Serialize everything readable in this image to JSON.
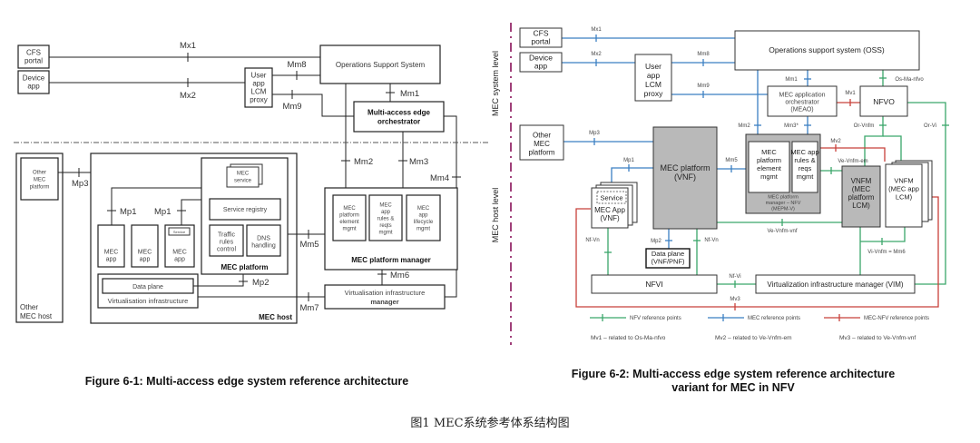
{
  "colors": {
    "nfv": "#3aa66a",
    "mec": "#3b7fc2",
    "mec_nfv": "#c8403a",
    "vnf_box": "#b9b9b9",
    "level_divider": "#a0407a"
  },
  "fig1": {
    "cfs_portal": "CFS\nportal",
    "device_app": "Device\napp",
    "mx1": "Mx1",
    "mx2": "Mx2",
    "user_app_lcm_proxy": "User\napp\nLCM\nproxy",
    "oss": "Operations Support System",
    "mm8": "Mm8",
    "mm9": "Mm9",
    "mm1": "Mm1",
    "meo": "Multi-access edge\norchestrator",
    "mm2": "Mm2",
    "mm3": "Mm3",
    "mm4": "Mm4",
    "other_mec_platform": "Other\nMEC\nplatform",
    "mp3": "Mp3",
    "other_mec_host": "Other\nMEC host",
    "mec_host": "MEC host",
    "mec_platform": "MEC platform",
    "mec_service": "MEC\nservice",
    "service_registry": "Service registry",
    "traffic_rules": "Traffic\nrules\ncontrol",
    "dns_handling": "DNS\nhandling",
    "mp1_left": "Mp1",
    "mp1_right": "Mp1",
    "mec_apps": [
      "MEC\napp",
      "MEC\napp",
      "MEC\napp"
    ],
    "service_small": "Service",
    "data_plane": "Data plane",
    "virt_infra": "Virtualisation  infrastructure",
    "mp2": "Mp2",
    "mm5": "Mm5",
    "mepm": "MEC platform manager",
    "mepm_items": [
      "MEC\nplatform\nelement\nmgmt",
      "MEC\napp\nrules &\nreqts\nmgmt",
      "MEC\napp\nlifecycle\nmgmt"
    ],
    "mm6": "Mm6",
    "vim_mgr_1": "Virtualisation  infrastructure",
    "vim_mgr_2": "manager",
    "mm7": "Mm7",
    "caption": "Figure 6-1: Multi-access edge system reference architecture"
  },
  "fig2": {
    "system_level": "MEC system level",
    "host_level": "MEC host level",
    "cfs_portal": "CFS\nportal",
    "device_app": "Device\napp",
    "mx1": "Mx1",
    "mx2": "Mx2",
    "user_app_lcm_proxy": "User\napp\nLCM\nproxy",
    "oss": "Operations support system (OSS)",
    "mm8": "Mm8",
    "mm9": "Mm9",
    "mm1": "Mm1",
    "mm2": "Mm2",
    "mm3": "Mm3*",
    "meao": "MEC application\norchestrator\n(MEAO)",
    "mv1": "Mv1",
    "nfvo": "NFVO",
    "os_ma_nfvo": "Os-Ma-nfvo",
    "or_vnfm": "Or-Vnfm",
    "or_vi": "Or-Vi",
    "other_mec_platform": "Other\nMEC\nplatform",
    "mp3": "Mp3",
    "mec_platform_vnf": "MEC platform\n(VNF)",
    "mm5": "Mm5",
    "mepm_el": "MEC\nplatform\nelement\nmgmt",
    "mepm_rules": "MEC app\nrules &\nreqs\nmgmt",
    "mepm_v": "MEC platform\nmanager – NFV\n(MEPM-V)",
    "mv2": "Mv2",
    "ve_vnfm_em": "Ve-Vnfm-em",
    "vnfm_platform": "VNFM\n(MEC\nplatform\nLCM)",
    "vnfm_app": "VNFM\n(MEC app\nLCM)",
    "mp1": "Mp1",
    "service": "Service",
    "mec_app_vnf": "MEC App\n(VNF)",
    "ve_vnfm_vnf": "Ve-Vnfm-vnf",
    "nf_vn_left": "Nf-Vn",
    "nf_vn_right": "Nf-Vn",
    "mp2": "Mp2",
    "data_plane": "Data plane\n(VNF/PNF)",
    "vi_vnfm": "Vi-Vnfm = Mm6",
    "nfvi": "NFVI",
    "nf_vi": "Nf-Vi",
    "vim": "Virtualization infrastructure manager (VIM)",
    "mv3": "Mv3",
    "legend": [
      "NFV reference points",
      "MEC reference points",
      "MEC-NFV reference points"
    ],
    "notes": [
      "Mv1 – related to Os-Ma-nfvo",
      "Mv2 – related to Ve-Vnfm-em",
      "Mv3 – related to Ve-Vnfm-vnf"
    ],
    "caption_1": "Figure 6-2: Multi-access edge system reference architecture",
    "caption_2": "variant for MEC in NFV"
  },
  "figure_caption": "图1    MEC系统参考体系结构图"
}
